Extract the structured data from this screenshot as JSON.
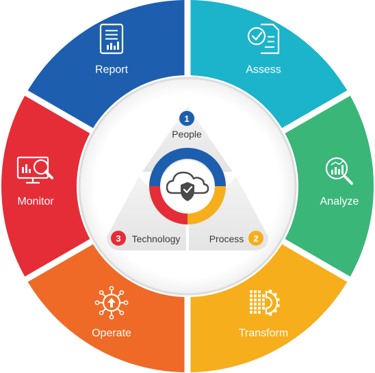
{
  "segments": [
    {
      "key": "report",
      "label": "Report",
      "icon": "report-icon",
      "color": "#1d5fae"
    },
    {
      "key": "assess",
      "label": "Assess",
      "icon": "assess-icon",
      "color": "#1cb4cb"
    },
    {
      "key": "analyze",
      "label": "Analyze",
      "icon": "analyze-icon",
      "color": "#3ab679"
    },
    {
      "key": "transform",
      "label": "Transform",
      "icon": "transform-icon",
      "color": "#f6ae1c"
    },
    {
      "key": "operate",
      "label": "Operate",
      "icon": "operate-icon",
      "color": "#ee6a26"
    },
    {
      "key": "monitor",
      "label": "Monitor",
      "icon": "monitor-icon",
      "color": "#e52d37"
    }
  ],
  "pillars": [
    {
      "number": "1",
      "label": "People",
      "color": "#1d5fae"
    },
    {
      "number": "2",
      "label": "Process",
      "color": "#f6ae1c"
    },
    {
      "number": "3",
      "label": "Technology",
      "color": "#e52d37"
    }
  ],
  "center_icon": "cloud-shield-icon"
}
